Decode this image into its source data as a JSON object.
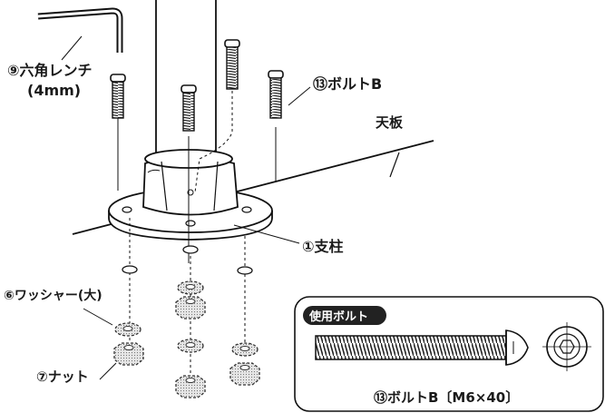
{
  "labels": {
    "hex_key_line1": "⑨六角レンチ",
    "hex_key_line2": "(4mm)",
    "bolt_b": "⑬ボルトB",
    "tabletop": "天板",
    "post": "①支柱",
    "washer": "⑥ワッシャー(大)",
    "nut": "⑦ナット"
  },
  "inset": {
    "badge": "使用ボルト",
    "caption": "⑬ボルトB〔M6×40〕"
  }
}
